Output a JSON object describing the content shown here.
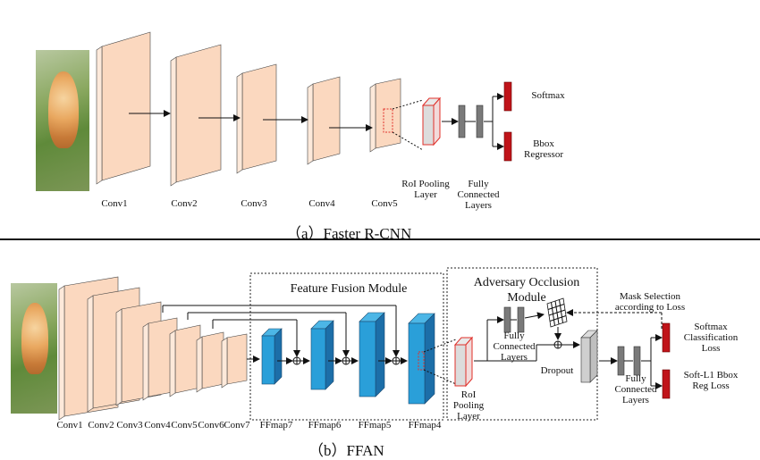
{
  "top": {
    "conv_labels": [
      "Conv1",
      "Conv2",
      "Conv3",
      "Conv4",
      "Conv5"
    ],
    "roi_label": "RoI Pooling Layer",
    "fc_label": "Fully Connected Layers",
    "softmax_label": "Softmax",
    "bbox_label": "Bbox Regressor",
    "caption": "（a）Faster R-CNN"
  },
  "bottom": {
    "conv_labels": [
      "Conv1",
      "Conv2",
      "Conv3",
      "Conv4",
      "Conv5",
      "Conv6",
      "Conv7"
    ],
    "ffmap_labels": [
      "FFmap7",
      "FFmap6",
      "FFmap5",
      "FFmap4"
    ],
    "feature_fusion_title": "Feature Fusion Module",
    "adversary_title": "Adversary Occlusion Module",
    "mask_selection": "Mask Selection according to Loss",
    "roi_label": "RoI Pooling Layer",
    "fc_inner_label": "Fully Connected Layers",
    "dropout_label": "Dropout",
    "fc_outer_label": "Fully Connected Layers",
    "softmax_label": "Softmax Classification Loss",
    "bbox_label": "Soft-L1 Bbox Reg Loss",
    "caption": "（b）FFAN"
  },
  "colors": {
    "conv_front": "#fbd8bf",
    "conv_side": "#f0c4a2",
    "ffmap_front": "#2a9fd9",
    "ffmap_side": "#1c6ea8",
    "output_red": "#c0141a",
    "fc_gray": "#7a7a7a",
    "roi_red": "#e0302a"
  }
}
